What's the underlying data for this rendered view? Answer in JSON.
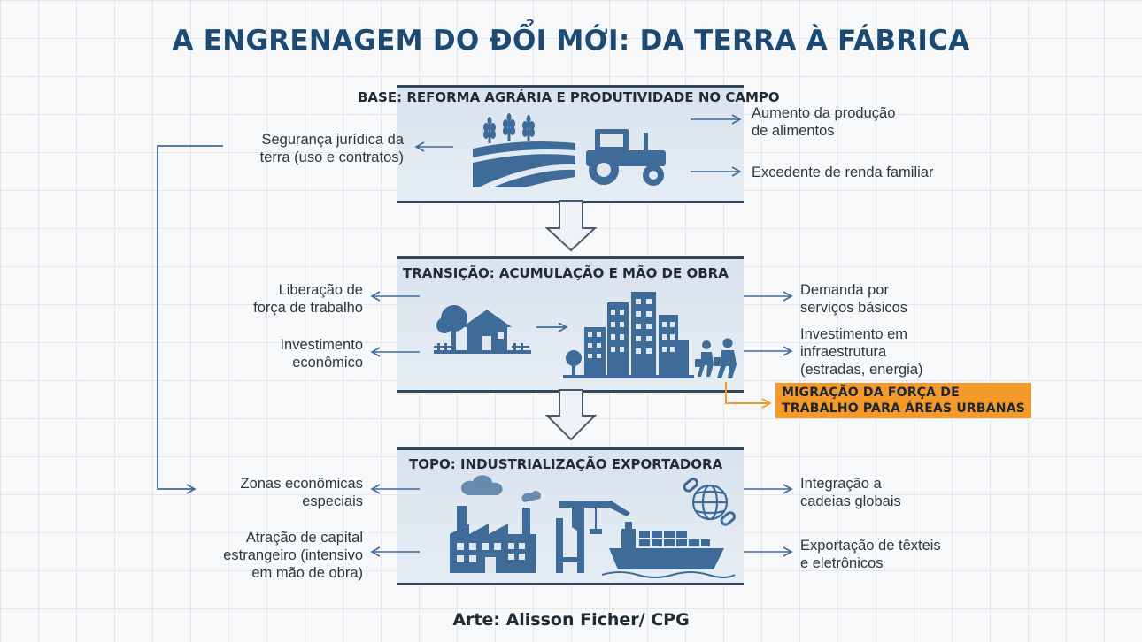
{
  "title": "A ENGRENAGEM DO ĐỔI MỚI: DA TERRA À FÁBRICA",
  "base": {
    "heading": "BASE: REFORMA AGRÁRIA E PRODUTIVIDADE NO CAMPO",
    "left": [
      "Segurança jurídica da",
      "terra (uso e contratos)"
    ],
    "right_1": [
      "Aumento da produção",
      "de alimentos"
    ],
    "right_2": "Excedente de renda familiar"
  },
  "transition": {
    "heading": "TRANSIÇÃO: ACUMULAÇÃO E MÃO DE OBRA",
    "left_1": [
      "Liberação de",
      "força de trabalho"
    ],
    "left_2": [
      "Investimento",
      "econômico"
    ],
    "right_1": [
      "Demanda por",
      "serviços básicos"
    ],
    "right_2": [
      "Investimento em",
      "infraestrutura",
      "(estradas, energia)"
    ],
    "highlight": [
      "MIGRAÇÃO DA FORÇA DE",
      "TRABALHO PARA ÁREAS URBANAS"
    ]
  },
  "top": {
    "heading": "TOPO: INDUSTRIALIZAÇÃO EXPORTADORA",
    "left_1": [
      "Zonas econômicas",
      "especiais"
    ],
    "left_2": [
      "Atração de capital",
      "estrangeiro (intensivo",
      "em mão de obra)"
    ],
    "right_1": [
      "Integração a",
      "cadeias globais"
    ],
    "right_2": [
      "Exportação de têxteis",
      "e eletrônicos"
    ]
  },
  "credit": "Arte: Alisson Ficher/ CPG",
  "colors": {
    "title": "#1c4a72",
    "icon": "#3f6b99",
    "arrow": "#3f6b99",
    "highlight": "#f39a2a",
    "panel_border": "#33475c"
  }
}
